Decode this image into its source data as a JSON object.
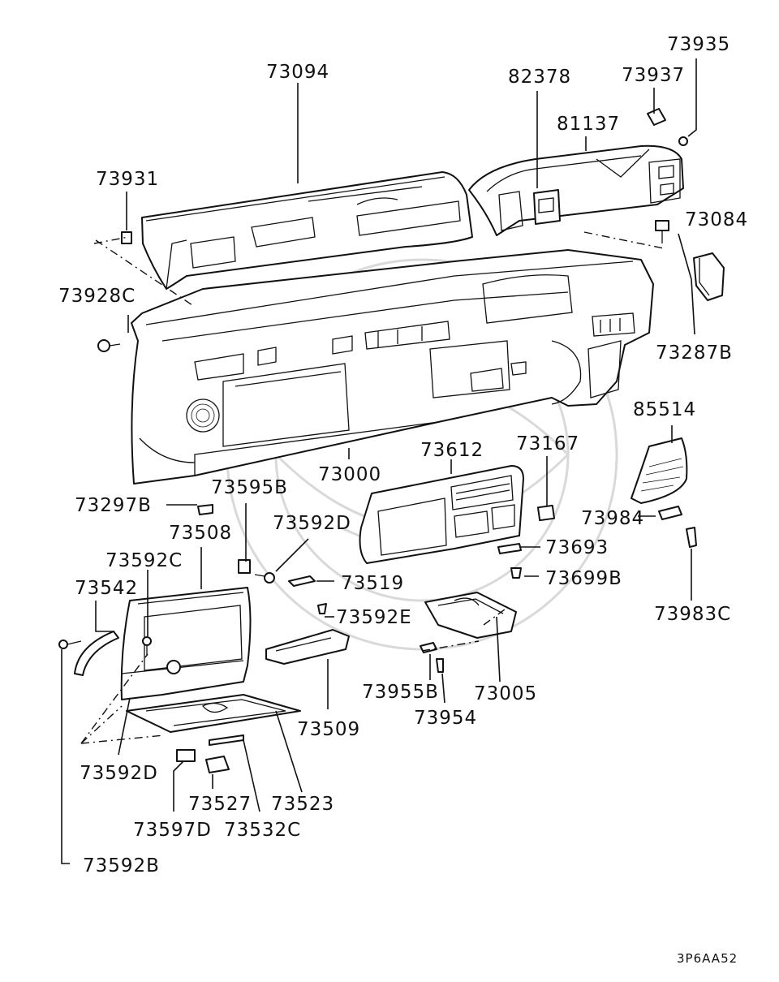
{
  "labels": {
    "p73094": "73094",
    "p73931": "73931",
    "p82378": "82378",
    "p73937": "73937",
    "p73935": "73935",
    "p81137": "81137",
    "p73084": "73084",
    "p73928C": "73928C",
    "p73287B": "73287B",
    "p85514": "85514",
    "p73000": "73000",
    "p73612": "73612",
    "p73167": "73167",
    "p73297B": "73297B",
    "p73595B": "73595B",
    "p73592D_top": "73592D",
    "p73508": "73508",
    "p73984": "73984",
    "p73693": "73693",
    "p73592C": "73592C",
    "p73519": "73519",
    "p73699B": "73699B",
    "p73542": "73542",
    "p73592E": "73592E",
    "p73983C": "73983C",
    "p73955B": "73955B",
    "p73005": "73005",
    "p73954": "73954",
    "p73509": "73509",
    "p73592D_bottom": "73592D",
    "p73527": "73527",
    "p73523": "73523",
    "p73597D": "73597D",
    "p73532C": "73532C",
    "p73592B": "73592B"
  },
  "diagram_code": "3P6AA52"
}
